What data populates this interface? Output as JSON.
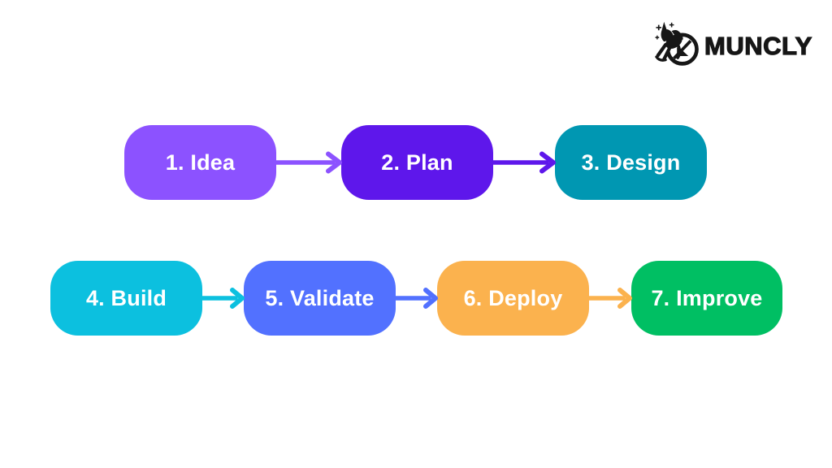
{
  "page": {
    "background": "#FFFFFF"
  },
  "logo": {
    "brand": "MUNCLY",
    "icon": "unicorn-circle-logo",
    "color": "#161616"
  },
  "flow": {
    "steps": [
      {
        "id": 1,
        "label": "1. Idea",
        "color": "#8C52FF",
        "text_color": "#FFFFFF",
        "row": 1
      },
      {
        "id": 2,
        "label": "2. Plan",
        "color": "#5E17EB",
        "text_color": "#FFFFFF",
        "row": 1
      },
      {
        "id": 3,
        "label": "3. Design",
        "color": "#0097B2",
        "text_color": "#FFFFFF",
        "row": 1
      },
      {
        "id": 4,
        "label": "4. Build",
        "color": "#0CC0DF",
        "text_color": "#FFFFFF",
        "row": 2
      },
      {
        "id": 5,
        "label": "5. Validate",
        "color": "#5271FF",
        "text_color": "#FFFFFF",
        "row": 2
      },
      {
        "id": 6,
        "label": "6. Deploy",
        "color": "#FBB24E",
        "text_color": "#FFFFFF",
        "row": 2
      },
      {
        "id": 7,
        "label": "7. Improve",
        "color": "#00BF63",
        "text_color": "#FFFFFF",
        "row": 2
      }
    ],
    "arrows": [
      {
        "from": "1. Idea",
        "to": "2. Plan",
        "color": "#8C52FF"
      },
      {
        "from": "2. Plan",
        "to": "3. Design",
        "color": "#5E17EB"
      },
      {
        "from": "4. Build",
        "to": "5. Validate",
        "color": "#0CC0DF"
      },
      {
        "from": "5. Validate",
        "to": "6. Deploy",
        "color": "#5271FF"
      },
      {
        "from": "6. Deploy",
        "to": "7. Improve",
        "color": "#FBB24E"
      }
    ]
  }
}
